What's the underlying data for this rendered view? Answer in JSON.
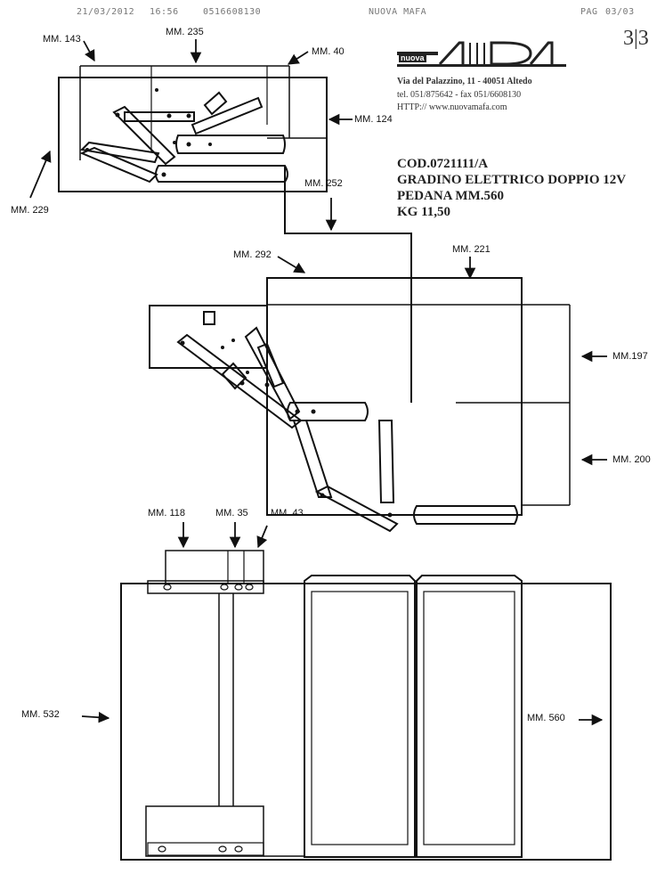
{
  "fax_header": {
    "date": "21/03/2012",
    "time": "16:56",
    "sender_number": "0516608130",
    "sender_name": "NUOVA MAFA",
    "page_label": "PAG",
    "page_num": "03/03"
  },
  "page_marker": "3|3",
  "company": {
    "logo_word": "nuova",
    "address": "Via del Palazzino, 11 - 40051 Altedo",
    "phone": "tel. 051/875642 - fax 051/6608130",
    "web": "HTTP:// www.nuovamafa.com"
  },
  "product": {
    "code": "COD.0721111/A",
    "name": "GRADINO ELETTRICO DOPPIO 12V",
    "platform": "PEDANA MM.560",
    "weight": "KG 11,50"
  },
  "dimensions": {
    "mm143": "MM. 143",
    "mm235": "MM. 235",
    "mm40": "MM. 40",
    "mm124": "MM. 124",
    "mm229": "MM. 229",
    "mm252": "MM. 252",
    "mm292": "MM. 292",
    "mm221": "MM. 221",
    "mm197": "MM.197",
    "mm200": "MM. 200",
    "mm118": "MM. 118",
    "mm35": "MM. 35",
    "mm43": "MM. 43",
    "mm532": "MM. 532",
    "mm560": "MM. 560"
  },
  "colors": {
    "ink": "#111111",
    "fax_gray": "#777777"
  }
}
